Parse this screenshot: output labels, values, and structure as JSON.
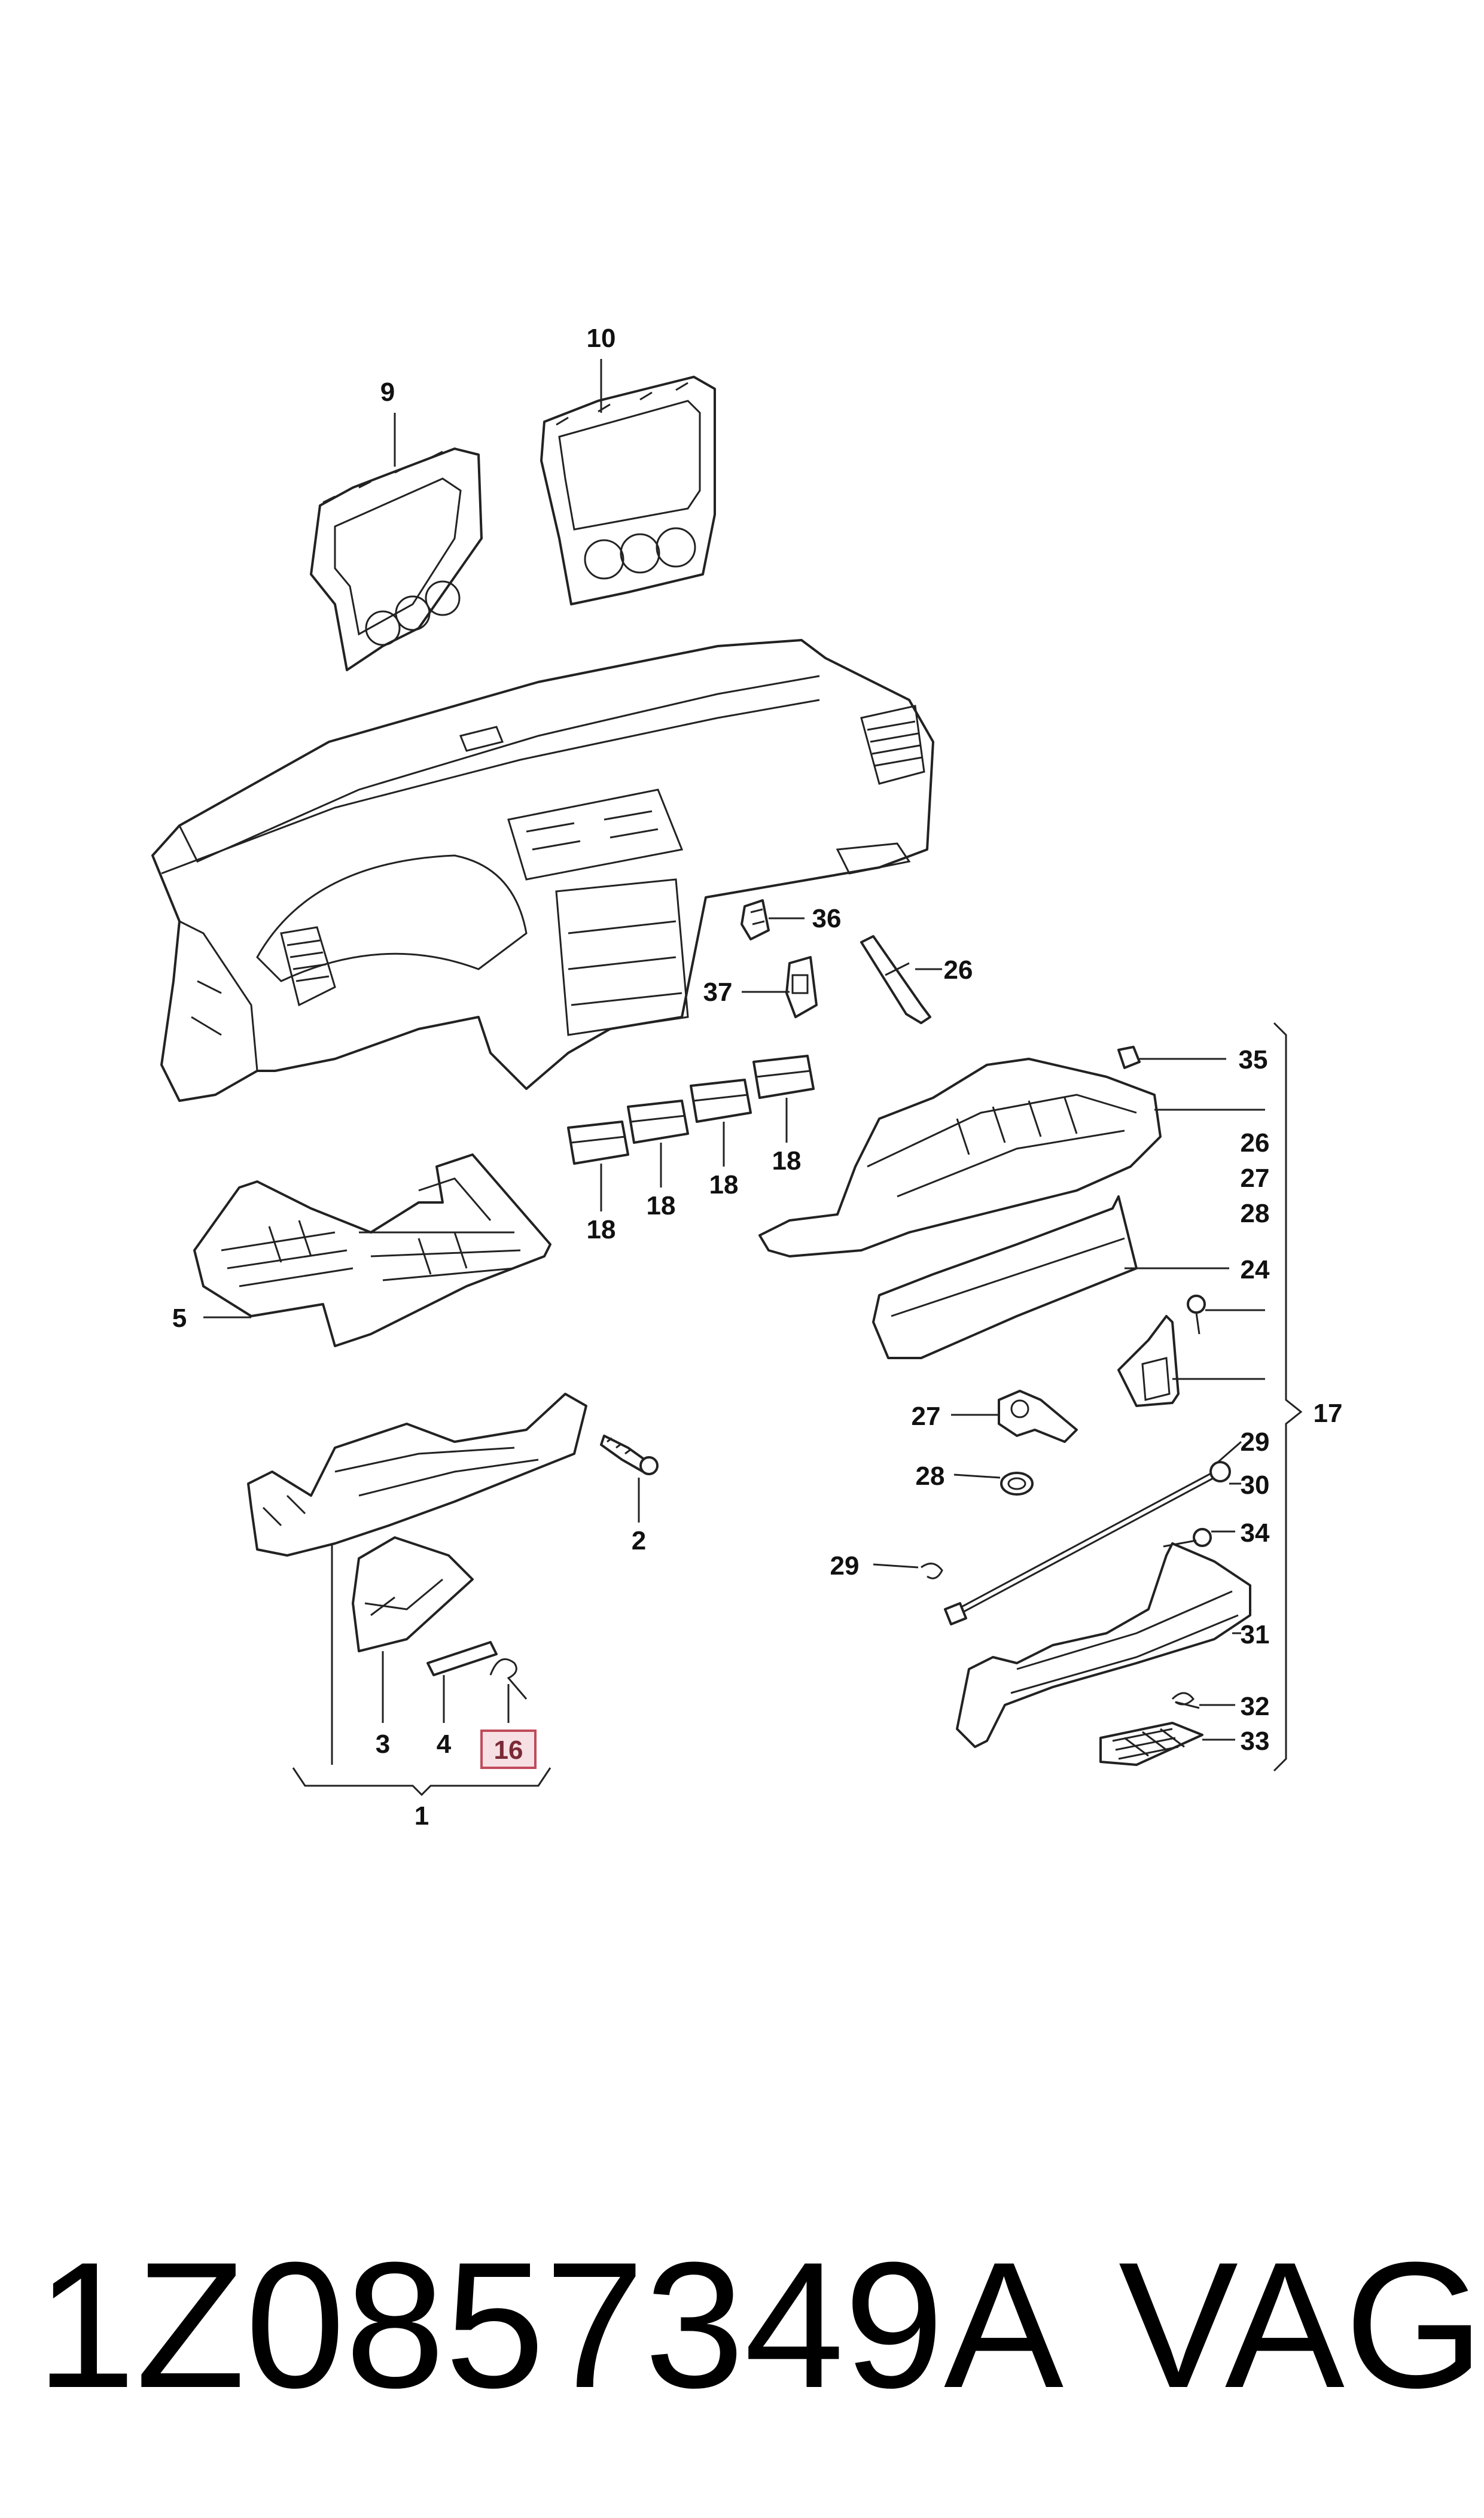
{
  "callouts": [
    {
      "id": "c9",
      "text": "9"
    },
    {
      "id": "c10",
      "text": "10"
    },
    {
      "id": "c36",
      "text": "36"
    },
    {
      "id": "c26a",
      "text": "26"
    },
    {
      "id": "c37",
      "text": "37"
    },
    {
      "id": "c35",
      "text": "35"
    },
    {
      "id": "c26b",
      "text": "26"
    },
    {
      "id": "c27a",
      "text": "27"
    },
    {
      "id": "c28a",
      "text": "28"
    },
    {
      "id": "c24",
      "text": "24"
    },
    {
      "id": "c17",
      "text": "17"
    },
    {
      "id": "c27b",
      "text": "27"
    },
    {
      "id": "c29a",
      "text": "29"
    },
    {
      "id": "c28b",
      "text": "28"
    },
    {
      "id": "c30",
      "text": "30"
    },
    {
      "id": "c29b",
      "text": "29"
    },
    {
      "id": "c34",
      "text": "34"
    },
    {
      "id": "c31",
      "text": "31"
    },
    {
      "id": "c32",
      "text": "32"
    },
    {
      "id": "c33",
      "text": "33"
    },
    {
      "id": "c18a",
      "text": "18"
    },
    {
      "id": "c18b",
      "text": "18"
    },
    {
      "id": "c18c",
      "text": "18"
    },
    {
      "id": "c18d",
      "text": "18"
    },
    {
      "id": "c5",
      "text": "5"
    },
    {
      "id": "c2",
      "text": "2"
    },
    {
      "id": "c3",
      "text": "3"
    },
    {
      "id": "c4",
      "text": "4"
    },
    {
      "id": "c16",
      "text": "16"
    },
    {
      "id": "c1",
      "text": "1"
    }
  ],
  "highlighted_callout": "16",
  "footer": {
    "part_number": "1Z0857349A",
    "brand": "VAG"
  },
  "colors": {
    "line": "#222222",
    "highlight_fill": "#f6e0e4",
    "highlight_border": "#c04a5a"
  }
}
